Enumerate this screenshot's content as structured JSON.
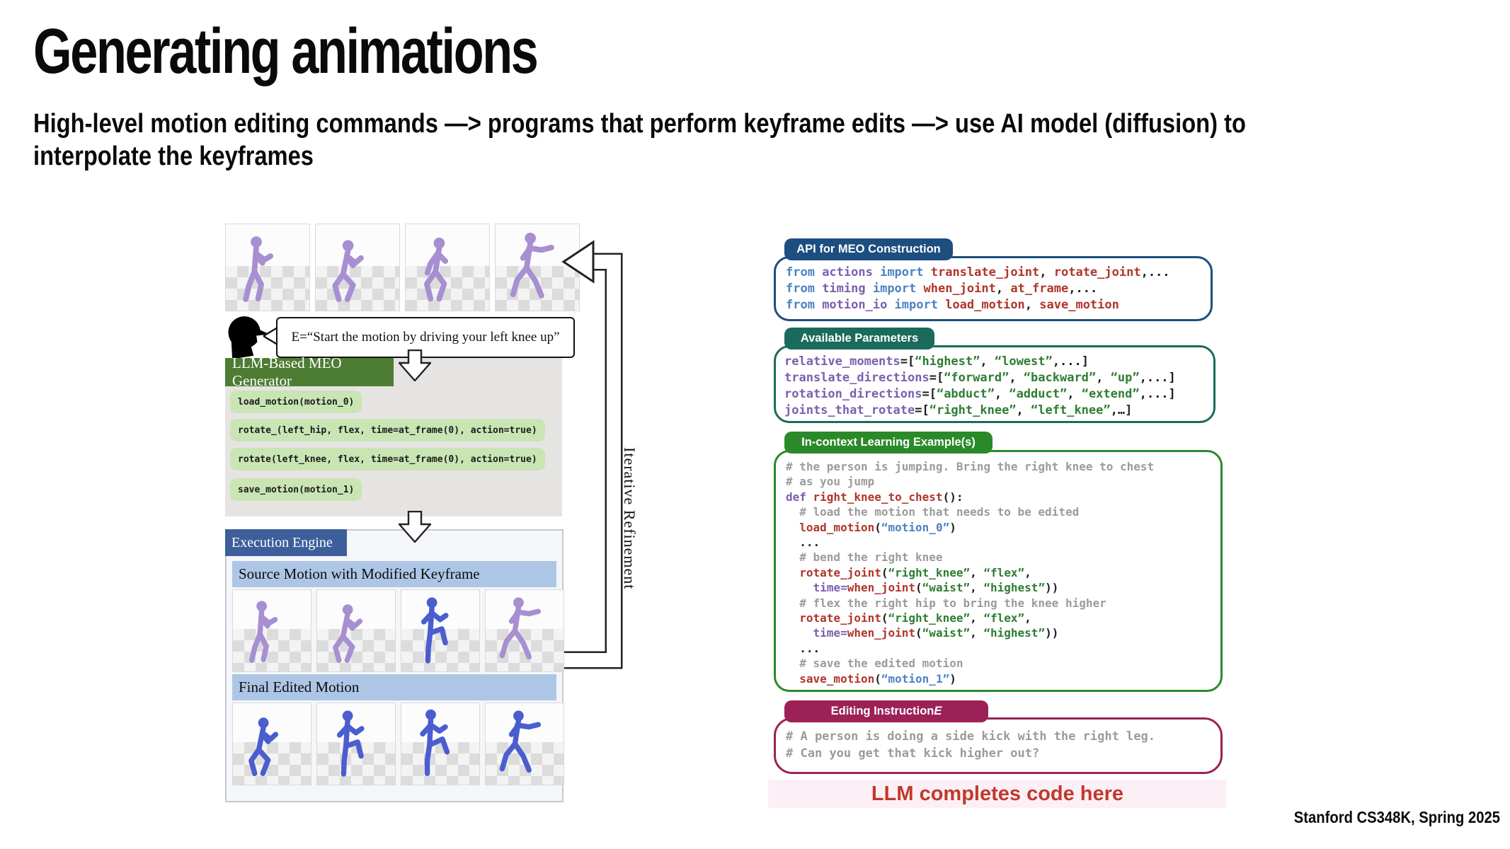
{
  "slide": {
    "title": "Generating animations",
    "subtitle": "High-level motion editing commands —> programs that perform keyframe edits —> use AI model (diffusion) to\ninterpolate the keyframes",
    "footer": "Stanford CS348K, Spring 2025"
  },
  "colors": {
    "figure_purple": "#a78fd2",
    "figure_blue": "#4a5ed0",
    "api_accent": "#1c4e80",
    "params_accent": "#1a6b5c",
    "incontext_accent": "#2a8a2a",
    "editing_accent": "#9c2156",
    "llm_note_color": "#c0392b"
  },
  "pipeline": {
    "speech_text": "E=“Start the motion by driving your left knee up”",
    "generator_header": "LLM-Based MEO Generator",
    "generator_lines": [
      "load_motion(motion_0)",
      "rotate_(left_hip, flex, time=at_frame(0), action=true)",
      "rotate(left_knee, flex, time=at_frame(0), action=true)",
      "save_motion(motion_1)"
    ],
    "execution_header": "Execution Engine",
    "source_band": "Source Motion with Modified Keyframe",
    "final_band": "Final Edited Motion",
    "loop_label": "Iterative Refinement",
    "input_frames": [
      {
        "pose": "stand",
        "color": "figure_purple"
      },
      {
        "pose": "crouch",
        "color": "figure_purple"
      },
      {
        "pose": "lunge",
        "color": "figure_purple"
      },
      {
        "pose": "run",
        "color": "figure_purple"
      }
    ],
    "source_frames": [
      {
        "pose": "stand",
        "color": "figure_purple"
      },
      {
        "pose": "crouch",
        "color": "figure_purple"
      },
      {
        "pose": "kneeup",
        "color": "figure_blue"
      },
      {
        "pose": "run",
        "color": "figure_purple"
      }
    ],
    "final_frames": [
      {
        "pose": "crouch",
        "color": "figure_blue"
      },
      {
        "pose": "kneeup",
        "color": "figure_blue"
      },
      {
        "pose": "kneeup2",
        "color": "figure_blue"
      },
      {
        "pose": "run",
        "color": "figure_blue"
      }
    ]
  },
  "panels": {
    "api": {
      "tab": "API for MEO Construction",
      "lines": [
        [
          [
            "kw",
            "from "
          ],
          [
            "mod",
            "actions "
          ],
          [
            "kw",
            "import "
          ],
          [
            "fn",
            "translate_joint"
          ],
          [
            "pl",
            ", "
          ],
          [
            "fn",
            "rotate_joint"
          ],
          [
            "pl",
            ",..."
          ]
        ],
        [
          [
            "kw",
            "from "
          ],
          [
            "mod",
            "timing "
          ],
          [
            "kw",
            "import "
          ],
          [
            "fn",
            "when_joint"
          ],
          [
            "pl",
            ", "
          ],
          [
            "fn",
            "at_frame"
          ],
          [
            "pl",
            ",..."
          ]
        ],
        [
          [
            "kw",
            "from "
          ],
          [
            "mod",
            "motion_io "
          ],
          [
            "kw",
            "import "
          ],
          [
            "fn",
            "load_motion"
          ],
          [
            "pl",
            ", "
          ],
          [
            "fn",
            "save_motion"
          ]
        ]
      ]
    },
    "params": {
      "tab": "Available Parameters",
      "lines": [
        [
          [
            "mod",
            "relative_moments"
          ],
          [
            "pl",
            "=["
          ],
          [
            "str",
            "“highest”"
          ],
          [
            "pl",
            ", "
          ],
          [
            "str",
            "“lowest”"
          ],
          [
            "pl",
            ",...]"
          ]
        ],
        [
          [
            "mod",
            "translate_directions"
          ],
          [
            "pl",
            "=["
          ],
          [
            "str",
            "“forward”"
          ],
          [
            "pl",
            ", "
          ],
          [
            "str",
            "“backward”"
          ],
          [
            "pl",
            ", "
          ],
          [
            "str",
            "“up”"
          ],
          [
            "pl",
            ",...]"
          ]
        ],
        [
          [
            "mod",
            "rotation_directions"
          ],
          [
            "pl",
            "=["
          ],
          [
            "str",
            "“abduct”"
          ],
          [
            "pl",
            ", "
          ],
          [
            "str",
            "“adduct”"
          ],
          [
            "pl",
            ", "
          ],
          [
            "str",
            "“extend”"
          ],
          [
            "pl",
            ",...]"
          ]
        ],
        [
          [
            "mod",
            "joints_that_rotate"
          ],
          [
            "pl",
            "=["
          ],
          [
            "str",
            "“right_knee”"
          ],
          [
            "pl",
            ", "
          ],
          [
            "str",
            "“left_knee”"
          ],
          [
            "pl",
            ",…]"
          ]
        ]
      ]
    },
    "incontext": {
      "tab": "In-context Learning Example(s)",
      "lines": [
        [
          [
            "cm",
            "# the person is jumping. Bring the right knee to chest"
          ]
        ],
        [
          [
            "cm",
            "# as you jump"
          ]
        ],
        [
          [
            "kw2",
            "def "
          ],
          [
            "fn",
            "right_knee_to_chest"
          ],
          [
            "pl",
            "():"
          ]
        ],
        [
          [
            "cm",
            "  # load the motion that needs to be edited"
          ]
        ],
        [
          [
            "pl",
            "  "
          ],
          [
            "fn",
            "load_motion"
          ],
          [
            "pl",
            "("
          ],
          [
            "strb",
            "“motion_0”"
          ],
          [
            "pl",
            ")"
          ]
        ],
        [
          [
            "pl",
            "  ..."
          ]
        ],
        [
          [
            "cm",
            "  # bend the right knee"
          ]
        ],
        [
          [
            "pl",
            "  "
          ],
          [
            "fn",
            "rotate_joint"
          ],
          [
            "pl",
            "("
          ],
          [
            "str",
            "“right_knee”"
          ],
          [
            "pl",
            ", "
          ],
          [
            "str",
            "“flex”"
          ],
          [
            "pl",
            ","
          ]
        ],
        [
          [
            "pl",
            "    "
          ],
          [
            "kw2",
            "time="
          ],
          [
            "fn",
            "when_joint"
          ],
          [
            "pl",
            "("
          ],
          [
            "str",
            "“waist”"
          ],
          [
            "pl",
            ", "
          ],
          [
            "str",
            "“highest”"
          ],
          [
            "pl",
            "))"
          ]
        ],
        [
          [
            "cm",
            "  # flex the right hip to bring the knee higher"
          ]
        ],
        [
          [
            "pl",
            "  "
          ],
          [
            "fn",
            "rotate_joint"
          ],
          [
            "pl",
            "("
          ],
          [
            "str",
            "“right_knee”"
          ],
          [
            "pl",
            ", "
          ],
          [
            "str",
            "“flex”"
          ],
          [
            "pl",
            ","
          ]
        ],
        [
          [
            "pl",
            "    "
          ],
          [
            "kw2",
            "time="
          ],
          [
            "fn",
            "when_joint"
          ],
          [
            "pl",
            "("
          ],
          [
            "str",
            "“waist”"
          ],
          [
            "pl",
            ", "
          ],
          [
            "str",
            "“highest”"
          ],
          [
            "pl",
            "))"
          ]
        ],
        [
          [
            "pl",
            "  ..."
          ]
        ],
        [
          [
            "cm",
            "  # save the edited motion"
          ]
        ],
        [
          [
            "pl",
            "  "
          ],
          [
            "fn",
            "save_motion"
          ],
          [
            "pl",
            "("
          ],
          [
            "strb",
            "“motion_1”"
          ],
          [
            "pl",
            ")"
          ]
        ]
      ]
    },
    "editing": {
      "tab_label": "Editing Instruction ",
      "tab_em": "E",
      "lines": [
        [
          [
            "cm",
            "# A person is doing a side kick with the right leg."
          ]
        ],
        [
          [
            "cm",
            "# Can you get that kick higher out?"
          ]
        ]
      ]
    },
    "llm_note": "LLM completes code here"
  }
}
